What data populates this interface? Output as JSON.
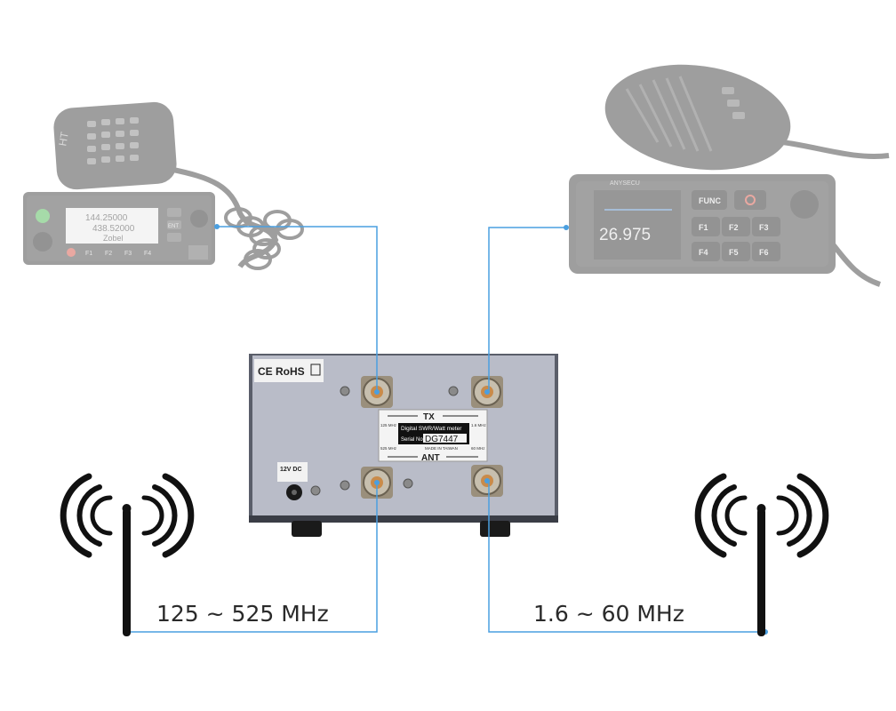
{
  "left_band": "125 ~ 525 MHz",
  "right_band": "1.6 ~ 60 MHz",
  "meter": {
    "cert_marks": "CE RoHS",
    "tx_label": "TX",
    "ant_label": "ANT",
    "title": "Digital SWR/Watt meter",
    "serial_prefix": "Serial No.",
    "serial_number": "DG7447",
    "made_in": "MADE IN TAIWAN",
    "left_top_range": "125 MHz",
    "left_bottom_range": "525 MHz",
    "right_top_range": "1.6 MHz",
    "right_bottom_range": "60 MHz",
    "power_label": "12V DC"
  },
  "left_radio": {
    "display_line1": "144.25000",
    "display_line2": "438.52000",
    "display_line3": "Zobel",
    "ent_label": "ENT",
    "fkeys": [
      "F1",
      "F2",
      "F3",
      "F4"
    ]
  },
  "right_radio": {
    "brand": "ANYSECU",
    "display_freq": "26.975",
    "func_label": "FUNC",
    "fkeys": [
      "F1",
      "F2",
      "F3",
      "F4",
      "F5",
      "F6"
    ]
  },
  "colors": {
    "connection_line": "#4a9fe0",
    "meter_panel": "#b9bcc8",
    "background": "#ffffff"
  }
}
